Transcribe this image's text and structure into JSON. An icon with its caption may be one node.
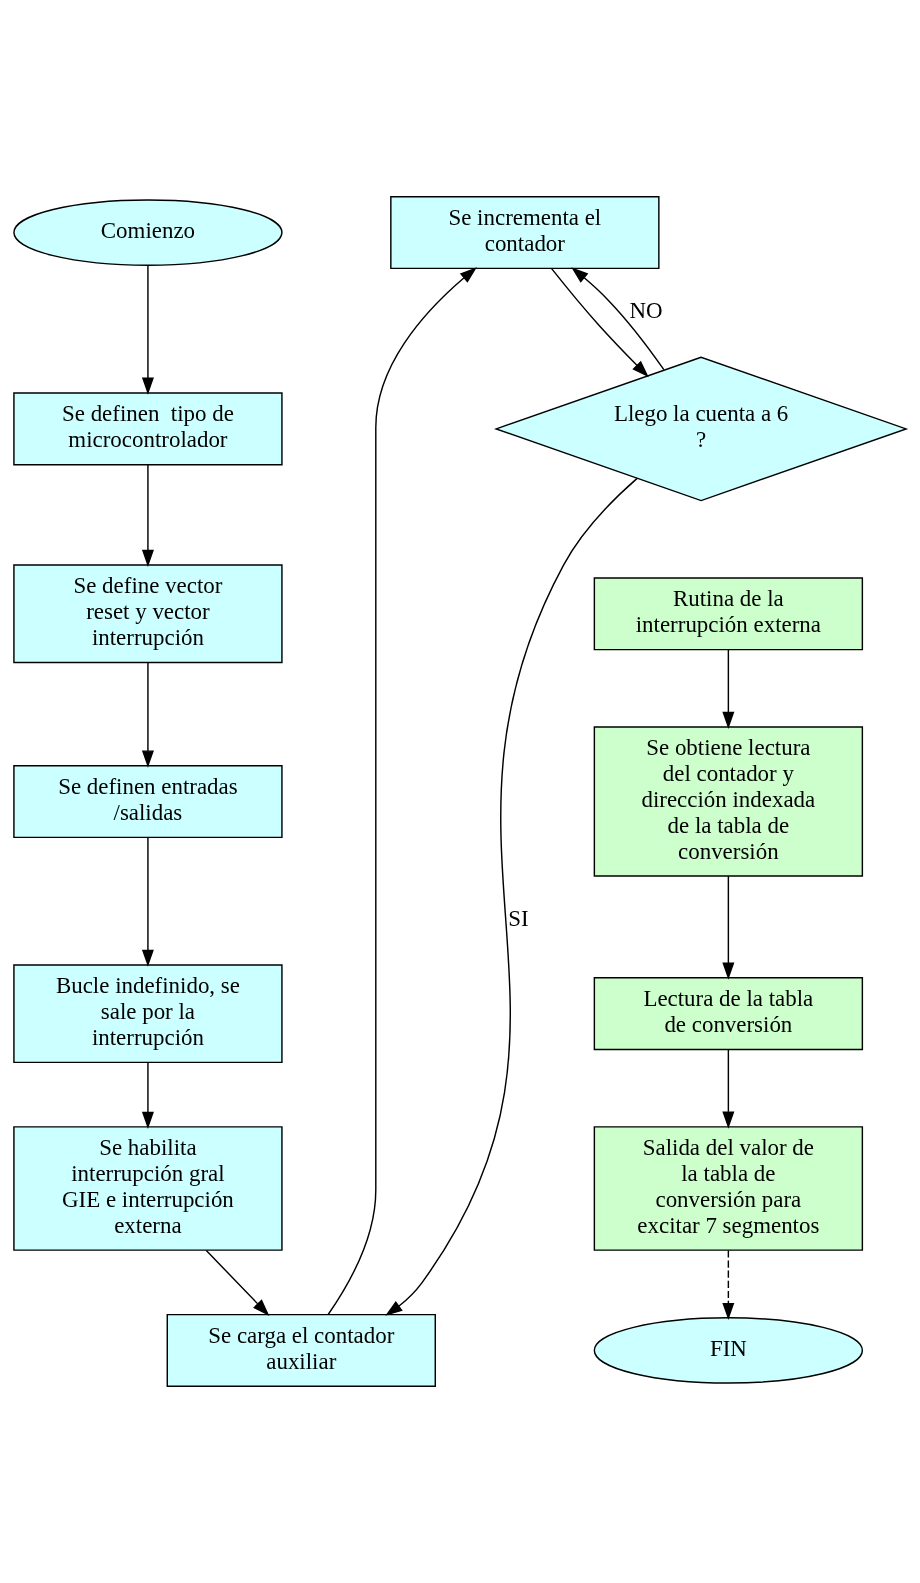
{
  "diagram": {
    "nodes": [
      {
        "text": [
          "Comienzo"
        ]
      },
      {
        "text": [
          "Se definen  tipo de microcontrolador"
        ]
      },
      {
        "text": [
          "Se define vector reset y vector interrupción"
        ]
      },
      {
        "text": [
          "Se definen entradas /salidas"
        ]
      },
      {
        "text": [
          "Bucle indefinido, se sale por la interrupción"
        ]
      },
      {
        "text": [
          "Se habilita interrupción gral GIE e interrupción externa"
        ]
      },
      {
        "text": [
          "Se carga el contador auxiliar"
        ]
      },
      {
        "text": [
          "Se incrementa el contador"
        ]
      },
      {
        "text": [
          "Llego la cuenta a 6 ?"
        ]
      },
      {
        "text": [
          "Rutina de la interrupción externa"
        ]
      },
      {
        "text": [
          "Se obtiene lectura del contador y dirección indexada de la tabla de conversión"
        ]
      },
      {
        "text": [
          "Lectura de la tabla de conversión"
        ]
      },
      {
        "text": [
          "Salida del valor de la tabla de conversión para excitar 7 segmentos"
        ]
      },
      {
        "text": [
          "FIN"
        ]
      }
    ],
    "edges": [
      {
        "from": 0,
        "to": 1,
        "arrow": "to"
      },
      {
        "from": 1,
        "to": 2,
        "arrow": "to"
      },
      {
        "from": 2,
        "to": 3,
        "arrow": "to"
      },
      {
        "from": 3,
        "to": 4,
        "arrow": "to"
      },
      {
        "from": 4,
        "to": 5,
        "arrow": "to"
      },
      {
        "from": 5,
        "to": 6,
        "arrow": "to"
      },
      {
        "from": 6,
        "to": 7,
        "arrow": "to"
      },
      {
        "from": 7,
        "to": 8,
        "arrow": "to"
      },
      {
        "from": 8,
        "to": 6,
        "arrow": "to",
        "label": "SI"
      },
      {
        "from": 8,
        "to": 7,
        "arrow": "to",
        "label": "NO"
      },
      {
        "from": 9,
        "to": 10,
        "arrow": "to"
      },
      {
        "from": 10,
        "to": 11,
        "arrow": "to"
      },
      {
        "from": 11,
        "to": 12,
        "arrow": "to"
      },
      {
        "from": 12,
        "to": 13,
        "arrow": "to",
        "style": "dashed"
      }
    ]
  }
}
